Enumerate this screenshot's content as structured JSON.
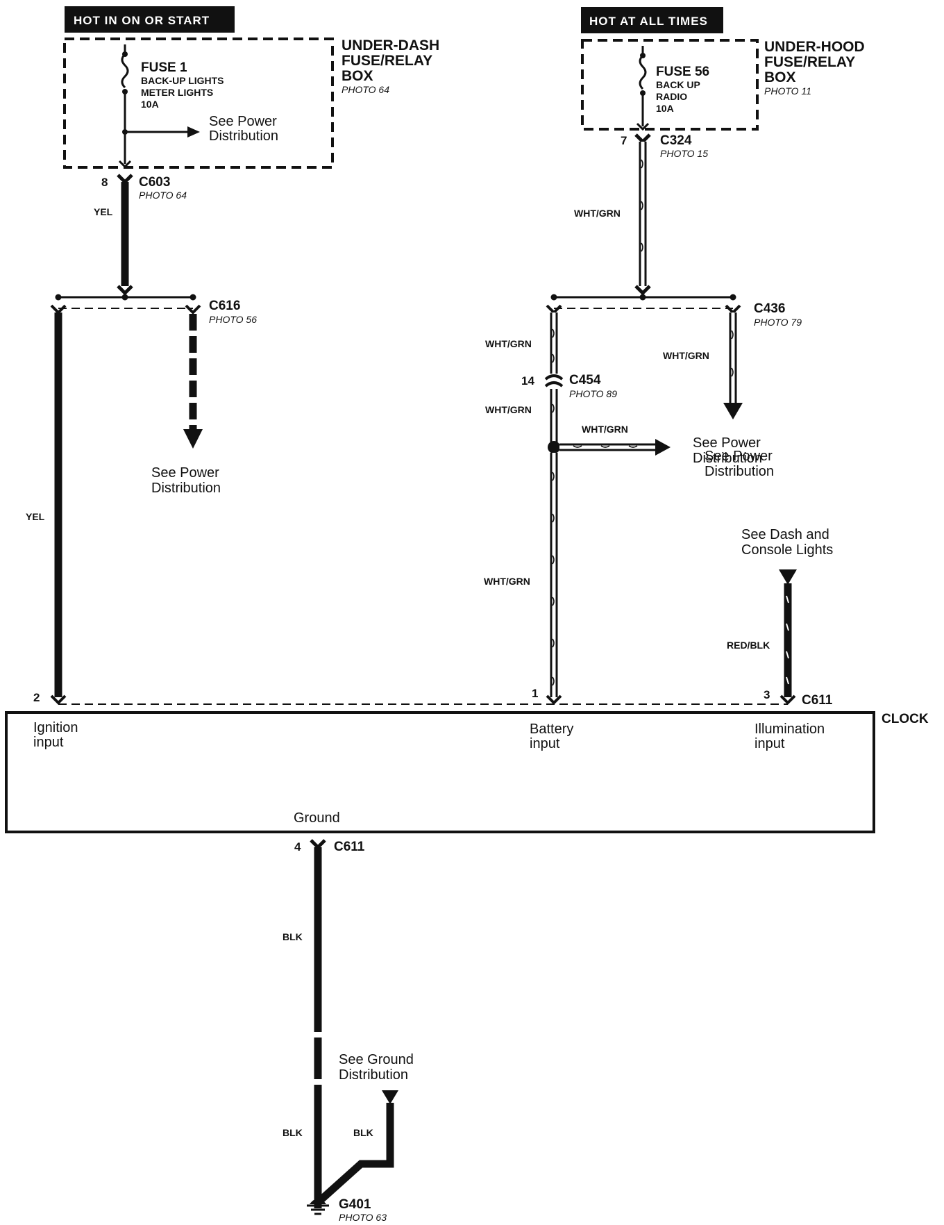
{
  "header_left": "HOT IN ON OR START",
  "header_right": "HOT AT ALL TIMES",
  "under_dash_box": {
    "title_lines": [
      "UNDER-DASH",
      "FUSE/RELAY",
      "BOX"
    ],
    "photo": "PHOTO 64"
  },
  "under_hood_box": {
    "title_lines": [
      "UNDER-HOOD",
      "FUSE/RELAY",
      "BOX"
    ],
    "photo": "PHOTO 11"
  },
  "fuse1": {
    "title": "FUSE 1",
    "lines": [
      "BACK-UP LIGHTS",
      "METER LIGHTS",
      "10A"
    ]
  },
  "fuse56": {
    "title": "FUSE 56",
    "lines": [
      "BACK UP",
      "RADIO",
      "10A"
    ]
  },
  "notes": {
    "power_dist_fuse1": [
      "See Power",
      "Distribution"
    ],
    "power_dist_c616": [
      "See Power",
      "Distribution"
    ],
    "power_dist_c436": [
      "See Power",
      "Distribution"
    ],
    "power_dist_splice": [
      "See Power",
      "Distribution"
    ],
    "dash_console": [
      "See Dash and",
      "Console Lights"
    ],
    "ground_dist": [
      "See Ground",
      "Distribution"
    ]
  },
  "connectors": {
    "c603": {
      "name": "C603",
      "photo": "PHOTO 64",
      "pin": "8"
    },
    "c324": {
      "name": "C324",
      "photo": "PHOTO 15",
      "pin": "7"
    },
    "c616": {
      "name": "C616",
      "photo": "PHOTO 56"
    },
    "c436": {
      "name": "C436",
      "photo": "PHOTO 79"
    },
    "c454": {
      "name": "C454",
      "photo": "PHOTO 89",
      "pin": "14"
    },
    "c611_top": {
      "name": "C611",
      "pins": [
        "2",
        "1",
        "3"
      ]
    },
    "c611_bottom": {
      "name": "C611",
      "pin": "4"
    },
    "g401": {
      "name": "G401",
      "photo": "PHOTO 63"
    }
  },
  "wires": {
    "yel_top": "YEL",
    "yel_main": "YEL",
    "whtgrn_c324": "WHT/GRN",
    "whtgrn_left_top": "WHT/GRN",
    "whtgrn_c436": "WHT/GRN",
    "whtgrn_left_mid": "WHT/GRN",
    "whtgrn_branch": "WHT/GRN",
    "whtgrn_left_low": "WHT/GRN",
    "redblk": "RED/BLK",
    "blk_upper": "BLK",
    "blk_lower": "BLK",
    "blk_branch": "BLK"
  },
  "clock": {
    "title": "CLOCK",
    "ignition": [
      "Ignition",
      "input"
    ],
    "battery": [
      "Battery",
      "input"
    ],
    "illumination": [
      "Illumination",
      "input"
    ],
    "ground": "Ground"
  }
}
